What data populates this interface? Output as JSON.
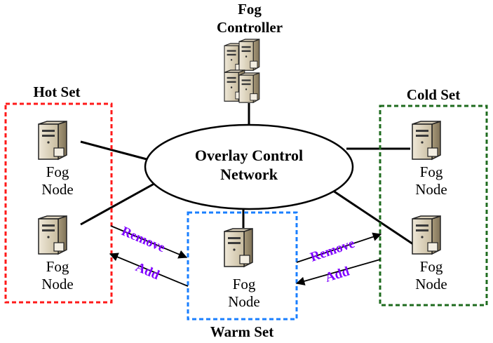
{
  "controller": {
    "line1": "Fog",
    "line2": "Controller"
  },
  "network": {
    "line1": "Overlay Control",
    "line2": "Network"
  },
  "sets": {
    "hot": {
      "title": "Hot Set",
      "color": "#ff1a1a"
    },
    "warm": {
      "title": "Warm Set",
      "color": "#1a7fff"
    },
    "cold": {
      "title": "Cold Set",
      "color": "#1e6b1e"
    }
  },
  "node": {
    "line1": "Fog",
    "line2": "Node"
  },
  "arrows": {
    "left_remove": "Remove",
    "left_add": "Add",
    "right_remove": "Remove",
    "right_add": "Add",
    "color": "#7f00ff"
  }
}
